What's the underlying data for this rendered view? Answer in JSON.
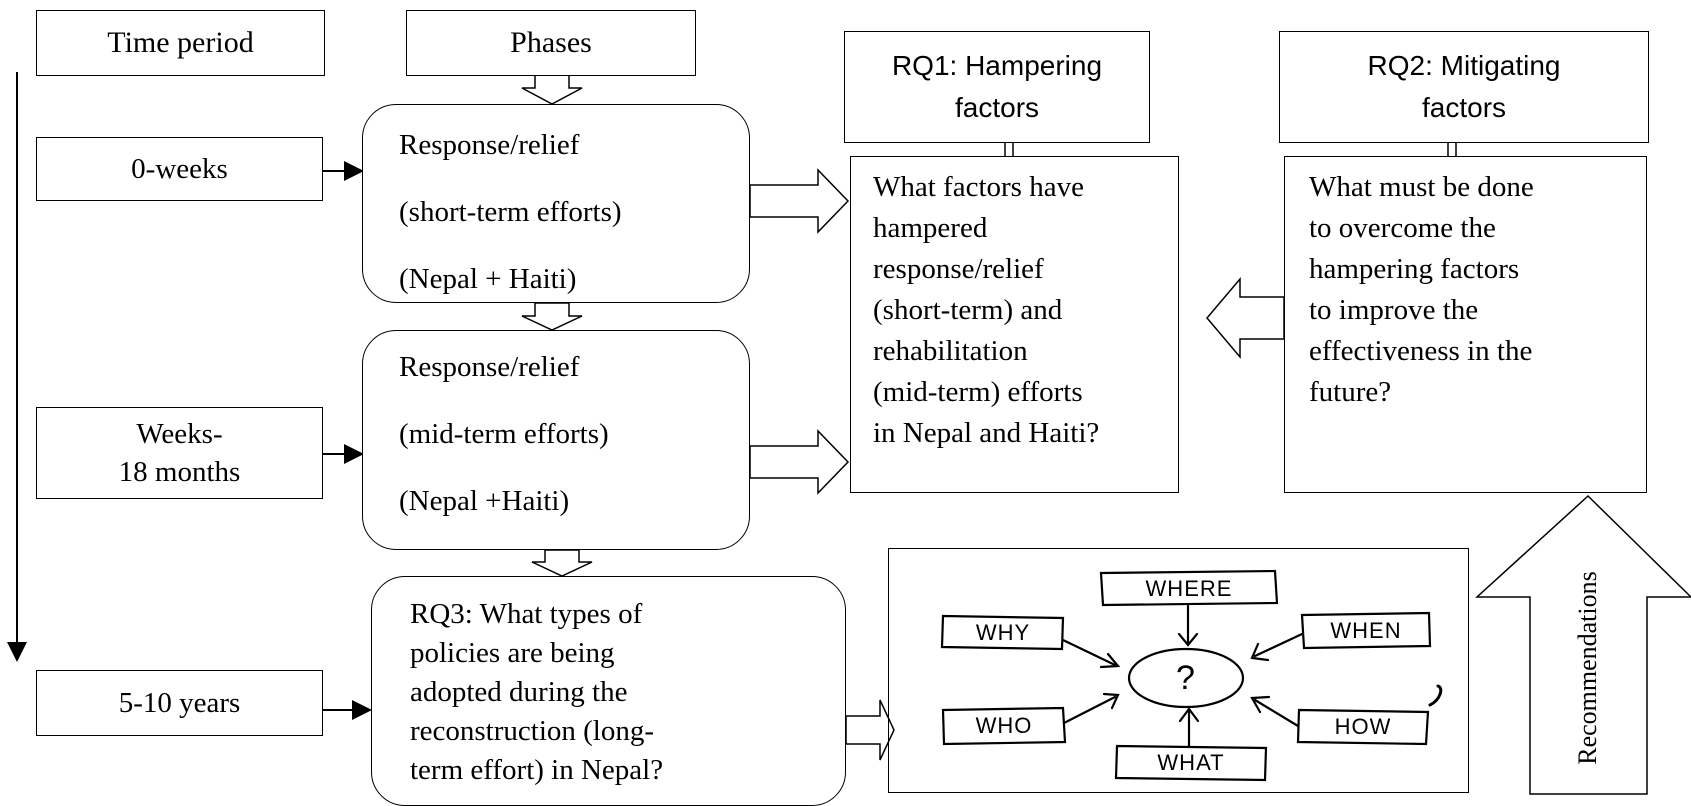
{
  "headers": {
    "time_period": "Time period",
    "phases": "Phases",
    "rq1": [
      "RQ1: Hampering",
      "factors"
    ],
    "rq2": [
      "RQ2: Mitigating",
      "factors"
    ]
  },
  "time_periods": [
    "0-weeks",
    [
      "Weeks-",
      "18 months"
    ],
    "5-10 years"
  ],
  "phase1": [
    "Response/relief",
    "(short-term efforts)",
    "(Nepal + Haiti)"
  ],
  "phase2": [
    "Response/relief",
    "(mid-term efforts)",
    "(Nepal +Haiti)"
  ],
  "phase3": [
    "RQ3: What types of",
    "policies are being",
    "adopted during the",
    "reconstruction (long-",
    "term effort) in Nepal?"
  ],
  "rq1_question": [
    "What factors have",
    "hampered",
    "response/relief",
    "(short-term) and",
    "rehabilitation",
    "(mid-term) efforts",
    "in Nepal and Haiti?"
  ],
  "rq2_question": [
    "What must be done",
    "to overcome the",
    "hampering factors",
    "to improve the",
    "effectiveness in the",
    "future?"
  ],
  "recommendations": "Recommendations",
  "sketch_words": {
    "where": "WHERE",
    "why": "WHY",
    "when": "WHEN",
    "who": "WHO",
    "how": "HOW",
    "what": "WHAT",
    "center": "?"
  }
}
